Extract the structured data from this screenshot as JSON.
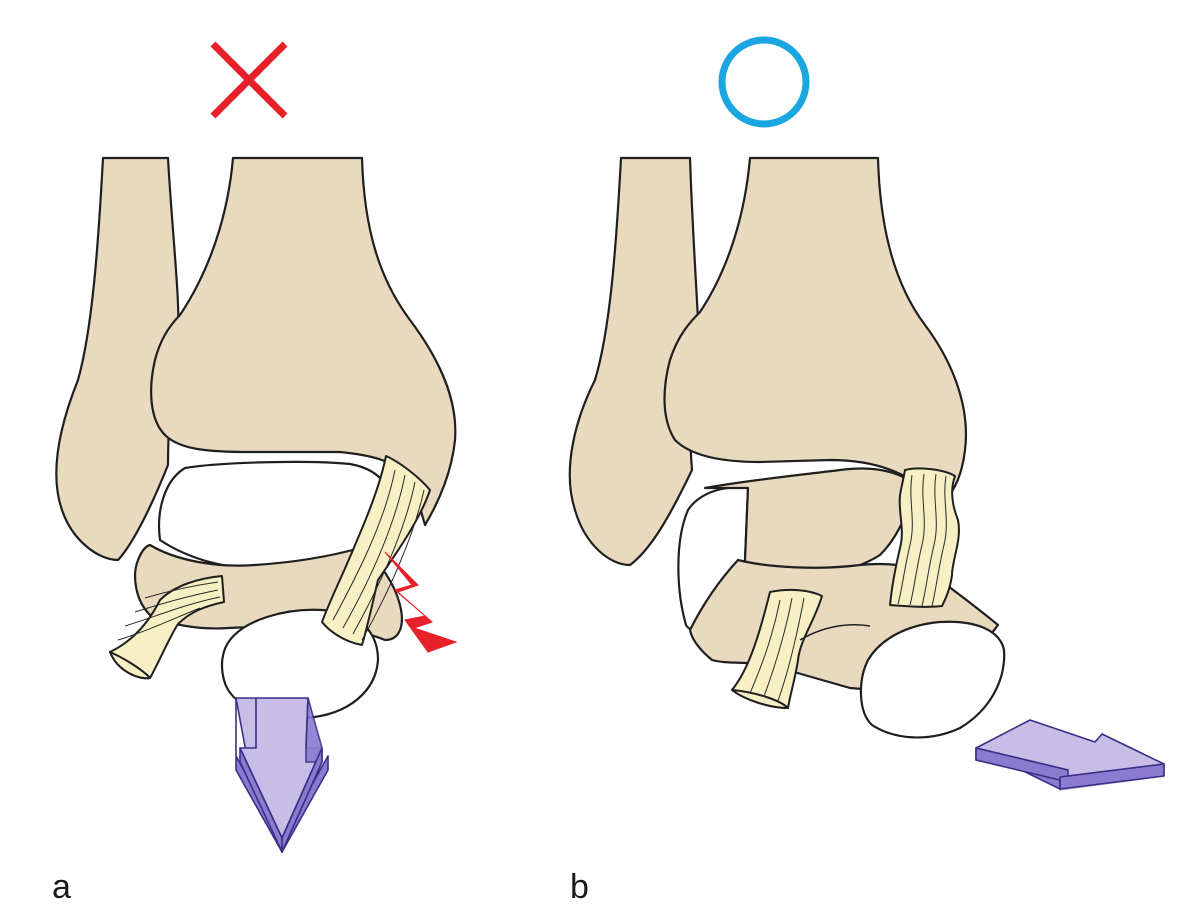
{
  "panels": [
    {
      "label": "a",
      "mark": "cross",
      "mark_color": "#e8202a",
      "icon": "x-mark-icon",
      "arrow_direction": "down",
      "injury_icon": "lightning-bolt-icon",
      "injury_color": "#e8202a"
    },
    {
      "label": "b",
      "mark": "circle",
      "mark_color": "#1aa6e0",
      "icon": "circle-mark-icon",
      "arrow_direction": "right-down"
    }
  ],
  "colors": {
    "bone": "#e8d9bf",
    "cartilage": "#ffffff",
    "ligament": "#f6f0c4",
    "arrow": "#c8bde6",
    "arrow_shade": "#8a7bd0"
  }
}
